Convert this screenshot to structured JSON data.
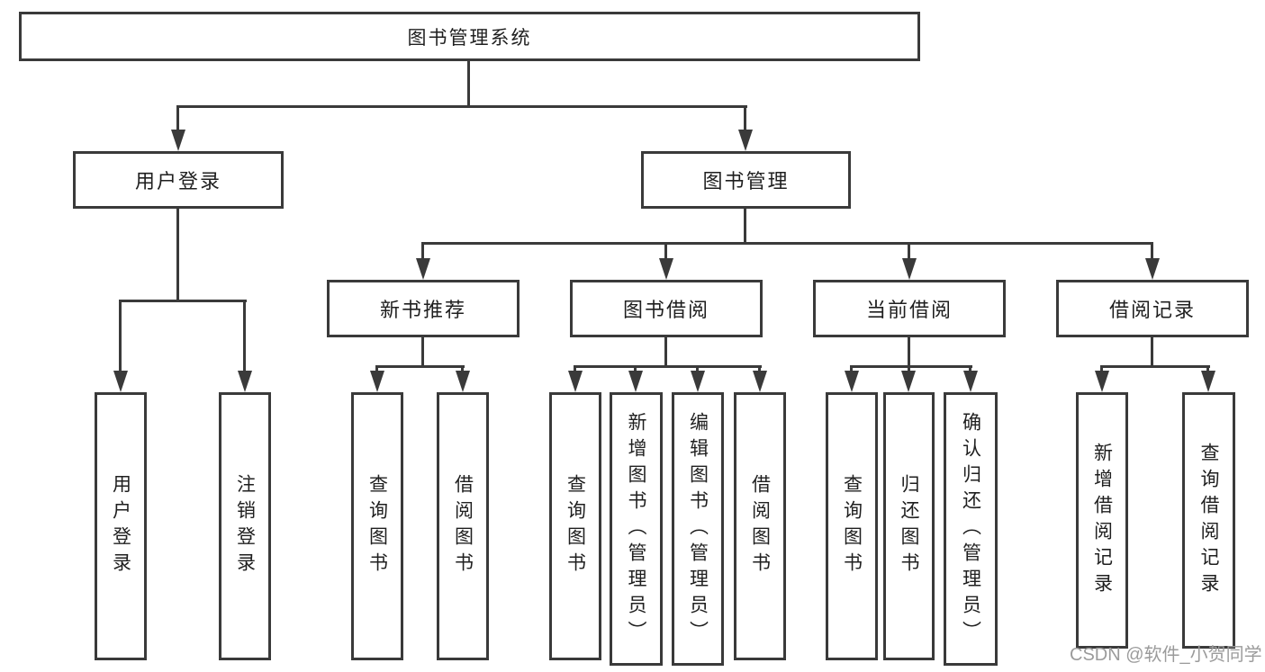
{
  "diagram": {
    "root": {
      "label": "图书管理系统"
    },
    "level2": [
      {
        "id": "user-login",
        "label": "用户登录"
      },
      {
        "id": "book-management",
        "label": "图书管理"
      }
    ],
    "level3": [
      {
        "id": "new-book-recommend",
        "label": "新书推荐"
      },
      {
        "id": "book-borrow",
        "label": "图书借阅"
      },
      {
        "id": "current-borrow",
        "label": "当前借阅"
      },
      {
        "id": "borrow-records",
        "label": "借阅记录"
      }
    ],
    "leaves": {
      "user_login": [
        {
          "label": "用户登录"
        },
        {
          "label": "注销登录"
        }
      ],
      "new_book_recommend": [
        {
          "label": "查询图书"
        },
        {
          "label": "借阅图书"
        }
      ],
      "book_borrow": [
        {
          "label": "查询图书"
        },
        {
          "label": "新增图书（管理员）"
        },
        {
          "label": "编辑图书（管理员）"
        },
        {
          "label": "借阅图书"
        }
      ],
      "current_borrow": [
        {
          "label": "查询图书"
        },
        {
          "label": "归还图书"
        },
        {
          "label": "确认归还（管理员）"
        }
      ],
      "borrow_records": [
        {
          "label": "新增借阅记录"
        },
        {
          "label": "查询借阅记录"
        }
      ]
    },
    "watermark": "CSDN @软件_小贺同学",
    "colors": {
      "line": "#3a3a3a",
      "text": "#1f1f1f",
      "background": "#ffffff",
      "watermark": "#9b9b9b"
    }
  }
}
